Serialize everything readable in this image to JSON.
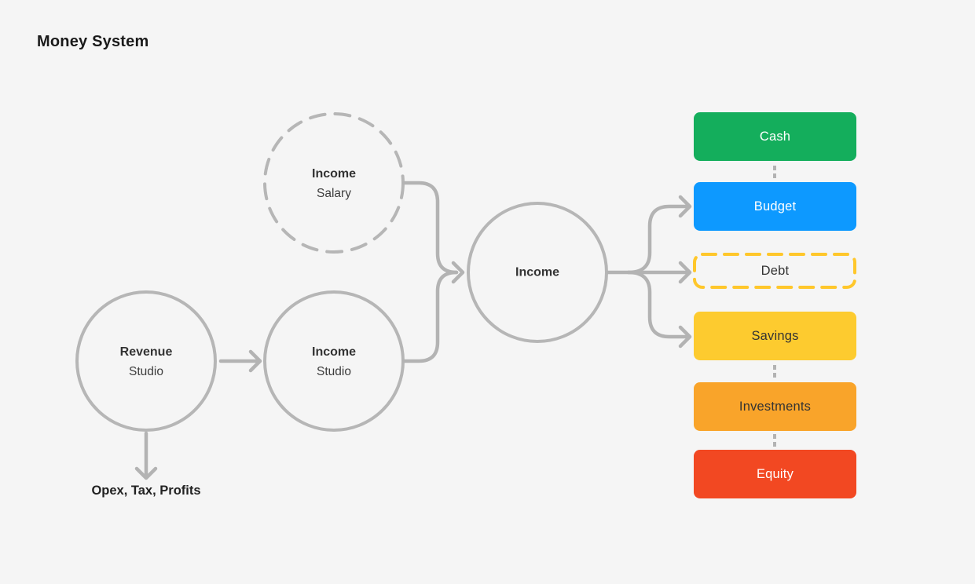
{
  "title": "Money System",
  "palette": {
    "background": "#F5F5F5",
    "wire_gray": "#B3B3B3",
    "circle_gray": "#B6B6B6",
    "text_dark": "#333333"
  },
  "nodes": [
    {
      "id": "income-salary",
      "line1": "Income",
      "line2": "Salary",
      "style": "dashed-circle"
    },
    {
      "id": "revenue-studio",
      "line1": "Revenue",
      "line2": "Studio",
      "style": "solid-circle"
    },
    {
      "id": "income-studio",
      "line1": "Income",
      "line2": "Studio",
      "style": "solid-circle"
    },
    {
      "id": "income",
      "line1": "Income",
      "line2": "",
      "style": "solid-circle"
    }
  ],
  "annotation": "Opex, Tax, Profits",
  "boxes": [
    {
      "label": "Cash",
      "color": "#14AE5C",
      "text_color": "#FFFFFF",
      "style": "solid"
    },
    {
      "label": "Budget",
      "color": "#0D99FF",
      "text_color": "#FFFFFF",
      "style": "solid"
    },
    {
      "label": "Debt",
      "color": "#FFC72B",
      "text_color": "#333333",
      "style": "dashed"
    },
    {
      "label": "Savings",
      "color": "#FDCB2F",
      "text_color": "#333333",
      "style": "solid"
    },
    {
      "label": "Investments",
      "color": "#F9A42A",
      "text_color": "#333333",
      "style": "solid"
    },
    {
      "label": "Equity",
      "color": "#F24822",
      "text_color": "#FFFFFF",
      "style": "solid"
    }
  ]
}
